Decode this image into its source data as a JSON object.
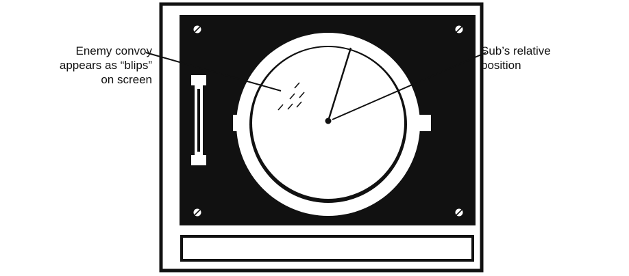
{
  "annotations": {
    "left": {
      "lines": [
        "Enemy convoy",
        "appears as “blips”",
        "on screen"
      ]
    },
    "right": {
      "lines": [
        "Sub’s relative",
        "position"
      ]
    }
  },
  "colors": {
    "ink": "#111111",
    "panel": "#111111",
    "screen": "#ffffff",
    "paper": "#ffffff"
  }
}
